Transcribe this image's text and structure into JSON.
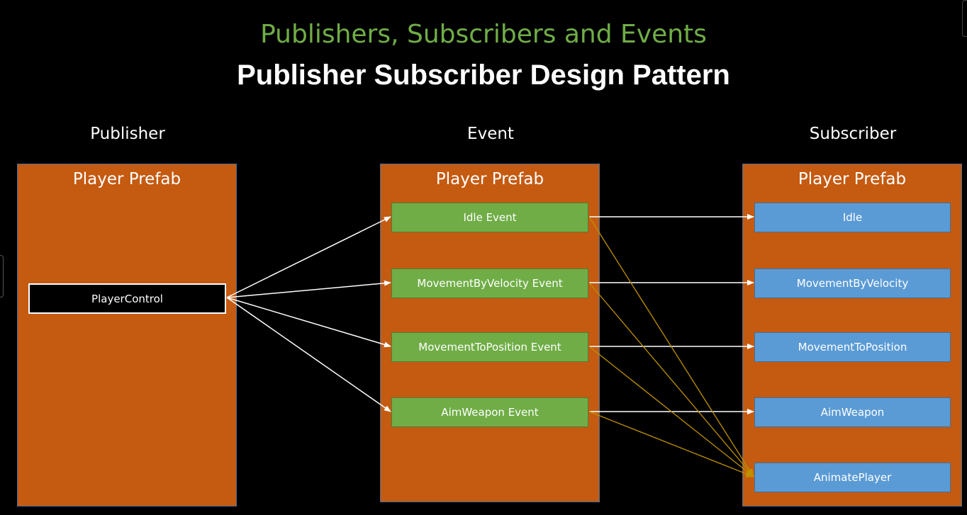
{
  "slide": {
    "subtitle": "Publishers, Subscribers and Events",
    "title": "Publisher Subscriber Design Pattern"
  },
  "columns": {
    "publisher": "Publisher",
    "event": "Event",
    "subscriber": "Subscriber"
  },
  "prefabs": {
    "publisher": "Player Prefab",
    "event": "Player Prefab",
    "subscriber": "Player Prefab"
  },
  "publisher_component": "PlayerControl",
  "events": [
    "Idle Event",
    "MovementByVelocity Event",
    "MovementToPosition Event",
    "AimWeapon Event"
  ],
  "subscribers": [
    "Idle",
    "MovementByVelocity",
    "MovementToPosition",
    "AimWeapon",
    "AnimatePlayer"
  ],
  "colors": {
    "background": "#000000",
    "subtitle": "#70ad47",
    "prefab": "#c55a11",
    "event": "#70ad47",
    "subscriber": "#5b9bd5",
    "arrow_white": "#ffffff",
    "arrow_gold": "#bf9000"
  }
}
